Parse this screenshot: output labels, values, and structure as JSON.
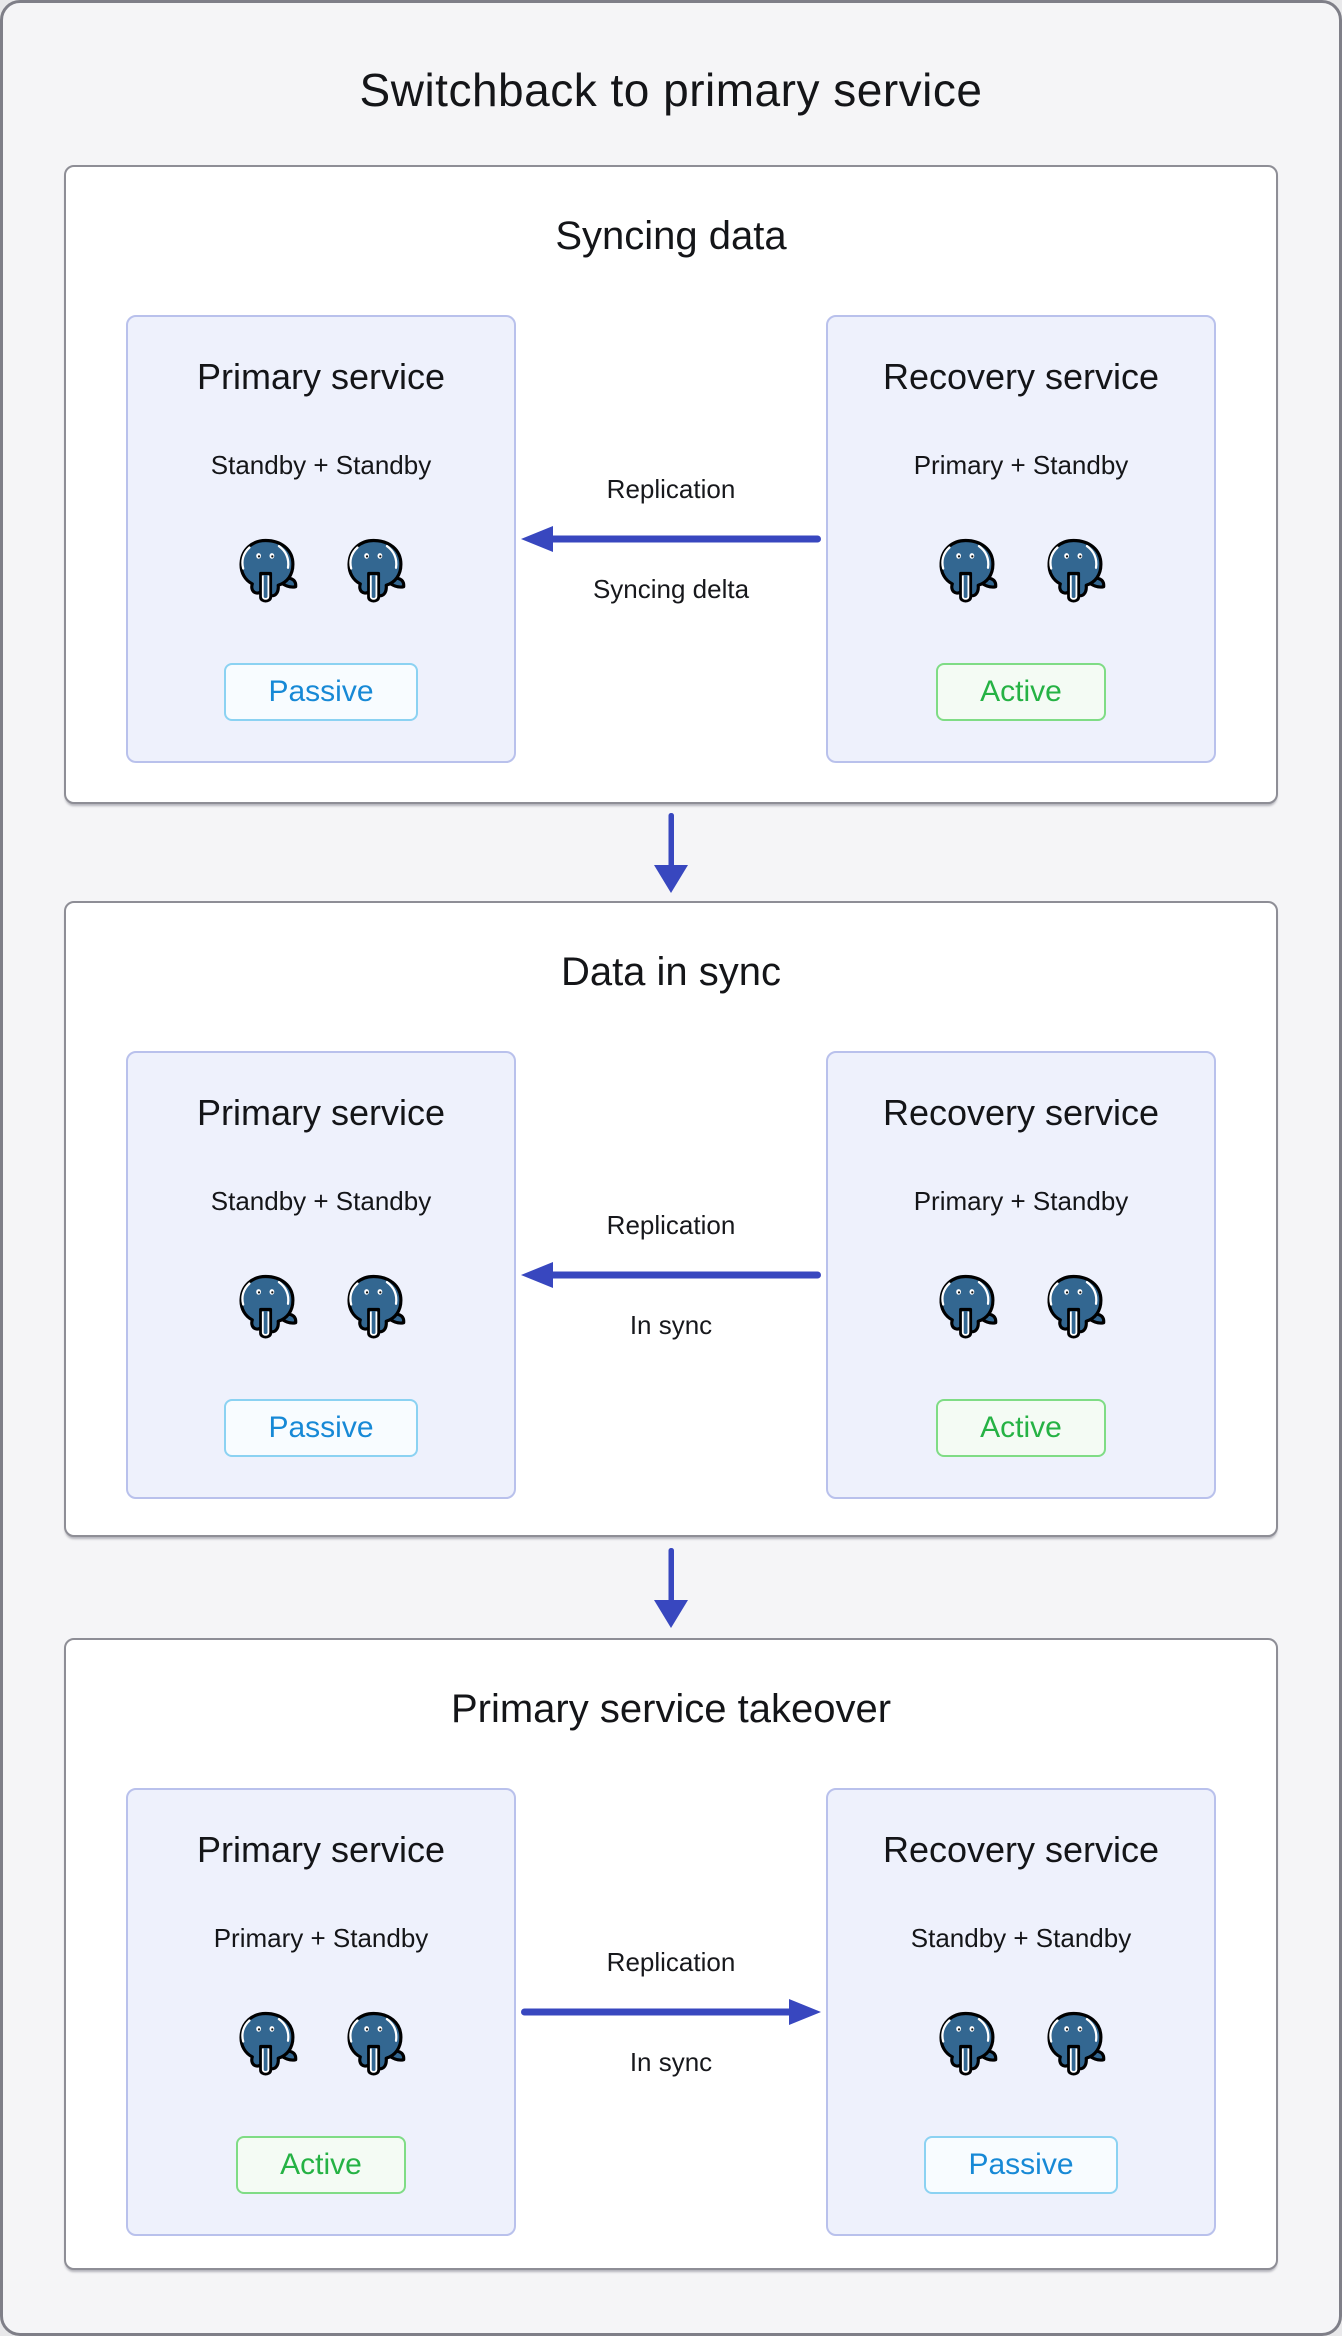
{
  "title": "Switchback to primary service",
  "stages": [
    {
      "heading": "Syncing data",
      "primary": {
        "title": "Primary service",
        "subtitle": "Standby + Standby",
        "badge": {
          "label": "Passive",
          "type": "passive"
        }
      },
      "recovery": {
        "title": "Recovery service",
        "subtitle": "Primary + Standby",
        "badge": {
          "label": "Active",
          "type": "active"
        }
      },
      "replication": {
        "label": "Replication",
        "status": "Syncing delta",
        "direction": "left"
      }
    },
    {
      "heading": "Data in sync",
      "primary": {
        "title": "Primary service",
        "subtitle": "Standby + Standby",
        "badge": {
          "label": "Passive",
          "type": "passive"
        }
      },
      "recovery": {
        "title": "Recovery service",
        "subtitle": "Primary + Standby",
        "badge": {
          "label": "Active",
          "type": "active"
        }
      },
      "replication": {
        "label": "Replication",
        "status": "In sync",
        "direction": "left"
      }
    },
    {
      "heading": "Primary service takeover",
      "primary": {
        "title": "Primary service",
        "subtitle": "Primary + Standby",
        "badge": {
          "label": "Active",
          "type": "active"
        }
      },
      "recovery": {
        "title": "Recovery service",
        "subtitle": "Standby + Standby",
        "badge": {
          "label": "Passive",
          "type": "passive"
        }
      },
      "replication": {
        "label": "Replication",
        "status": "In sync",
        "direction": "right"
      }
    }
  ],
  "icons": {
    "database_icon": "postgresql-elephant-icon",
    "stage_transition_icon": "down-arrow-icon",
    "replication_icon": "replication-arrow-icon"
  },
  "colors": {
    "page_bg": "#f5f5f7",
    "frame_border": "#7f7f88",
    "panel_border": "#8e8e96",
    "card_bg": "#eef1fc",
    "card_border": "#b9c1ec",
    "arrow": "#3847bf",
    "postgres_blue": "#336791",
    "text": "#141518",
    "active_text": "#25b244",
    "active_border": "#7fdc85",
    "active_bg": "#f4fbf4",
    "passive_text": "#1789d6",
    "passive_border": "#8bd2f2",
    "passive_bg": "#f8fcff"
  }
}
